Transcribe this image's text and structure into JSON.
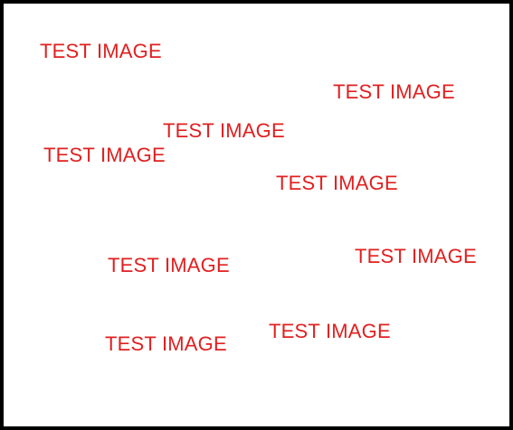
{
  "colors": {
    "text": "#e02020",
    "border": "#000000",
    "background": "#ffffff"
  },
  "labels": [
    "TEST IMAGE",
    "TEST IMAGE",
    "TEST IMAGE",
    "TEST IMAGE",
    "TEST IMAGE",
    "TEST IMAGE",
    "TEST IMAGE",
    "TEST IMAGE",
    "TEST IMAGE"
  ]
}
